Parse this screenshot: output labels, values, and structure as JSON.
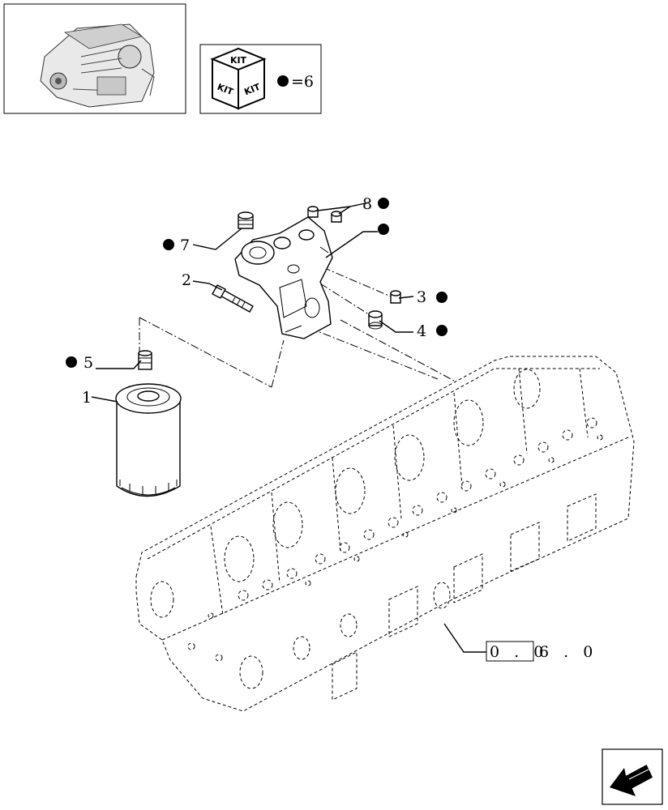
{
  "kit_legend": {
    "kit_label": "KIT",
    "equals_text": "=6"
  },
  "callouts": [
    {
      "id": "1",
      "label": "1",
      "kit": false
    },
    {
      "id": "2",
      "label": "2",
      "kit": false
    },
    {
      "id": "3",
      "label": "3",
      "kit": true
    },
    {
      "id": "4",
      "label": "4",
      "kit": true
    },
    {
      "id": "5",
      "label": "5",
      "kit": true
    },
    {
      "id": "7",
      "label": "7",
      "kit": true
    },
    {
      "id": "8",
      "label": "8",
      "kit": true
    },
    {
      "id": "bracket",
      "label": "",
      "kit": true
    }
  ],
  "reference": {
    "boxed": "0 . 0",
    "rest": "6 . 0"
  },
  "icons": {
    "engine_thumbnail": "engine-thumbnail-icon",
    "kit_cube": "kit-cube-icon",
    "navigation": "next-page-arrow-icon"
  }
}
